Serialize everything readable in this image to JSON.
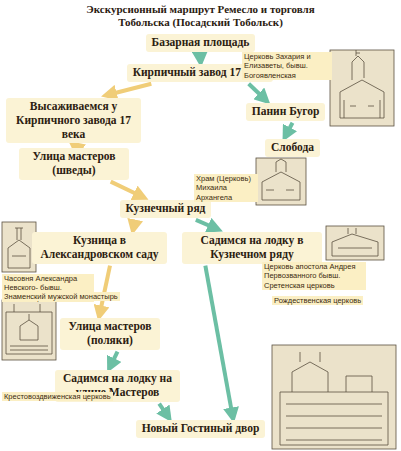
{
  "diagram": {
    "title": "Экскурсионный маршрут Ремесло и торговля Тобольска (Посадский Тобольск)",
    "nodes": [
      {
        "text": [
          "Базарная площадь"
        ]
      },
      {
        "text": [
          "Кирпичный завод 17 века"
        ]
      },
      {
        "text": [
          "Высаживаемся у Кирпичного завода 17 века"
        ]
      },
      {
        "text": [
          "Панин Бугор"
        ]
      },
      {
        "text": [
          "Слобода"
        ]
      },
      {
        "text": [
          "Улица мастеров (шведы)"
        ]
      },
      {
        "text": [
          "Кузнечный ряд"
        ]
      },
      {
        "text": [
          "Кузница в Александровском саду"
        ]
      },
      {
        "text": [
          "Садимся на лодку в Кузнечном ряду"
        ]
      },
      {
        "text": [
          "Улица мастеров (поляки)"
        ]
      },
      {
        "text": [
          "Садимся на лодку на улице Мастеров"
        ]
      },
      {
        "text": [
          "Новый Гостиный двор"
        ]
      }
    ],
    "edges": [
      {
        "from": 0,
        "to": 1,
        "arrow": "to"
      },
      {
        "from": 1,
        "to": 2,
        "arrow": "to"
      },
      {
        "from": 1,
        "to": 3,
        "arrow": "to"
      },
      {
        "from": 3,
        "to": 4,
        "arrow": "to"
      },
      {
        "from": 2,
        "to": 5,
        "arrow": "to"
      },
      {
        "from": 5,
        "to": 6,
        "arrow": "to"
      },
      {
        "from": 6,
        "to": 7,
        "arrow": "to"
      },
      {
        "from": 6,
        "to": 8,
        "arrow": "to"
      },
      {
        "from": 7,
        "to": 9,
        "arrow": "to"
      },
      {
        "from": 9,
        "to": 10,
        "arrow": "to"
      },
      {
        "from": 10,
        "to": 11,
        "arrow": "to"
      },
      {
        "from": 8,
        "to": 11,
        "arrow": "to"
      }
    ],
    "labels": [
      "Церковь Захария и Елизаветы, бывш. Богоявленская",
      "Храм (Церковь) Михаила Архангела",
      "Часовня Александра Невского- бывш. Благовещенская",
      "Знаменский мужской монастырь",
      "Церковь апостола Андрея Первозванного бывш. Сретенская церковь",
      "Рождественская церковь",
      "Крестовоздвиженская церковь"
    ]
  }
}
